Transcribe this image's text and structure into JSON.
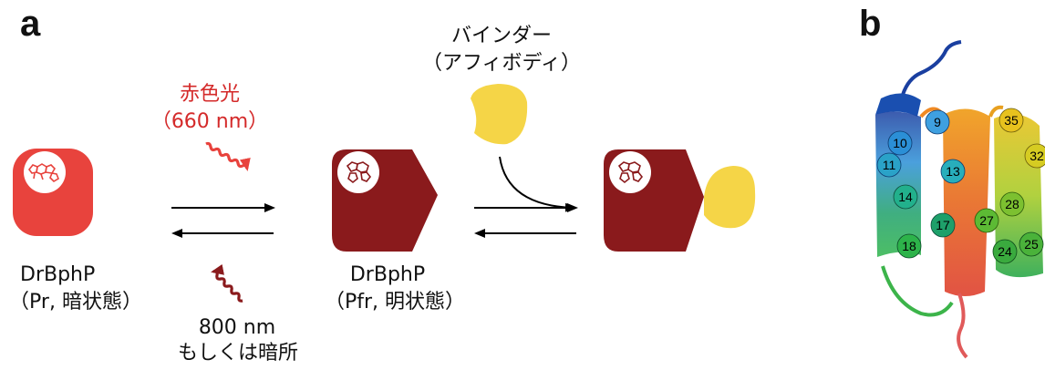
{
  "panels": {
    "a": "a",
    "b": "b"
  },
  "state1": {
    "name": "DrBphP",
    "state": "（Pr, 暗状態）"
  },
  "state2": {
    "name": "DrBphP",
    "state": "（Pfr, 明状態）"
  },
  "red_light": {
    "label": "赤色光",
    "wavelength": "（660 nm）"
  },
  "dark_revert": {
    "wavelength": "800 nm",
    "condition": "もしくは暗所"
  },
  "binder": {
    "label": "バインダー",
    "type": "（アフィボディ）"
  },
  "residues": [
    "9",
    "10",
    "11",
    "13",
    "14",
    "17",
    "18",
    "35",
    "32",
    "28",
    "27",
    "24",
    "25"
  ],
  "colors": {
    "pr_red": "#e8433d",
    "pfr_dark_red": "#8a1a1c",
    "binder_yellow": "#f5d547",
    "red_light_arrow": "#e8433d",
    "far_red_arrow": "#8a1a1c",
    "label_red": "#d42a2a"
  },
  "icons": [
    "chromophore-icon",
    "wavy-arrow-icon"
  ]
}
